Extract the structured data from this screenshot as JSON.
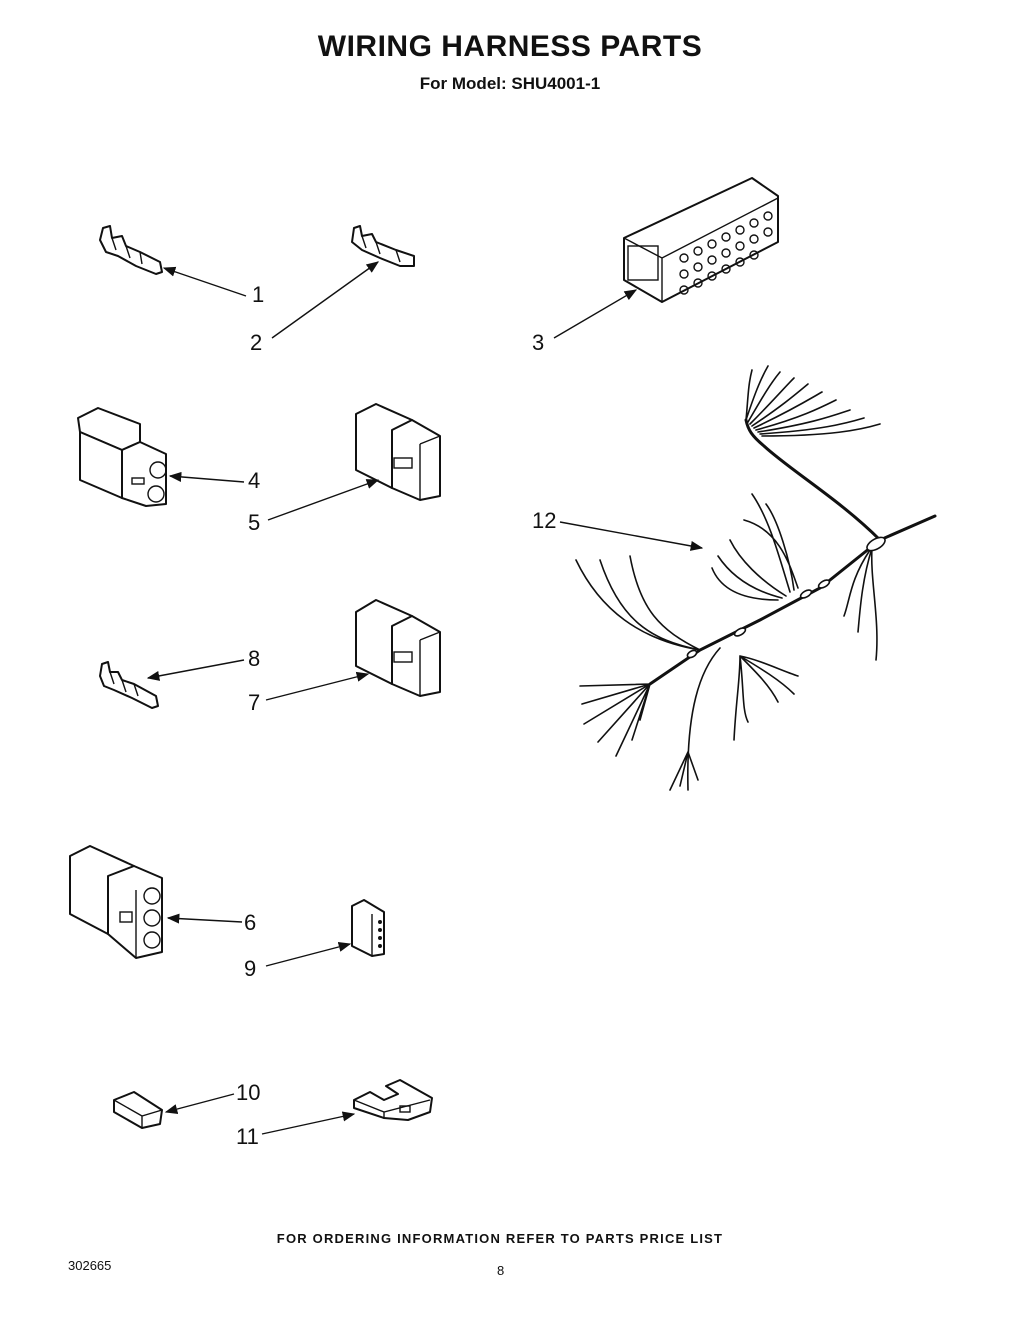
{
  "header": {
    "title": "WIRING HARNESS PARTS",
    "subtitle": "For Model: SHU4001-1"
  },
  "callouts": [
    "1",
    "2",
    "3",
    "4",
    "5",
    "6",
    "7",
    "8",
    "9",
    "10",
    "11",
    "12"
  ],
  "footer": {
    "note": "FOR ORDERING INFORMATION REFER TO PARTS PRICE LIST",
    "doc_number": "302665",
    "page_number": "8"
  }
}
